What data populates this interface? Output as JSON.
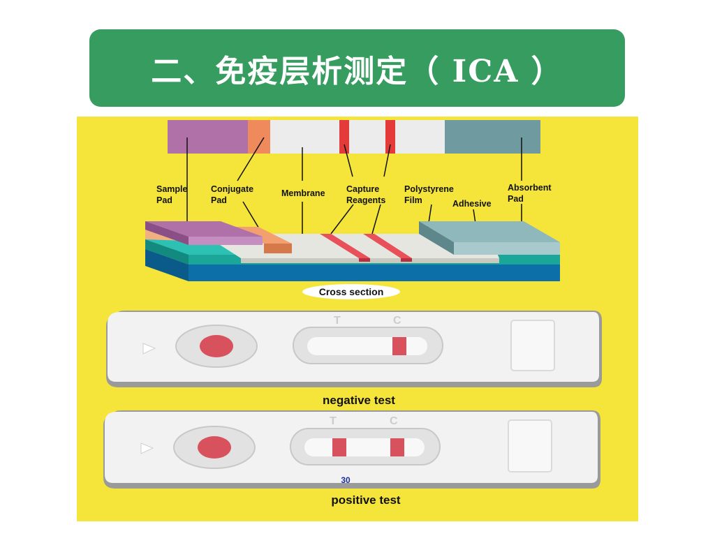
{
  "slide": {
    "title": "二、免疫层析测定（ ICA ）"
  },
  "diagram": {
    "labels": {
      "sample_pad": [
        "Sample",
        "Pad"
      ],
      "conjugate_pad": [
        "Conjugate",
        "Pad"
      ],
      "membrane": [
        "Membrane"
      ],
      "capture_reagents": [
        "Capture",
        "Reagents"
      ],
      "polystyrene_film": [
        "Polystyrene",
        "Film"
      ],
      "adhesive": [
        "Adhesive"
      ],
      "absorbent_pad": [
        "Absorbent",
        "Pad"
      ]
    },
    "cross_section_label": "Cross section",
    "negative_test": {
      "label": "negative test",
      "window_letters": [
        "T",
        "C"
      ]
    },
    "positive_test": {
      "label": "positive test",
      "window_letters": [
        "T",
        "C"
      ]
    },
    "page_number": "30"
  },
  "colors": {
    "title_bg": "#369c5f",
    "diagram_bg": "#f5e53a",
    "sample_pad": "#b070a8",
    "conjugate_pad": "#ee8a5c",
    "membrane": "#ececec",
    "capture_line": "#e53a3a",
    "absorbent_pad": "#6f9aa0",
    "teal_layer": "#1ba69a",
    "blue_layer": "#0d6fa8",
    "page_number": "#1a2ea0"
  }
}
